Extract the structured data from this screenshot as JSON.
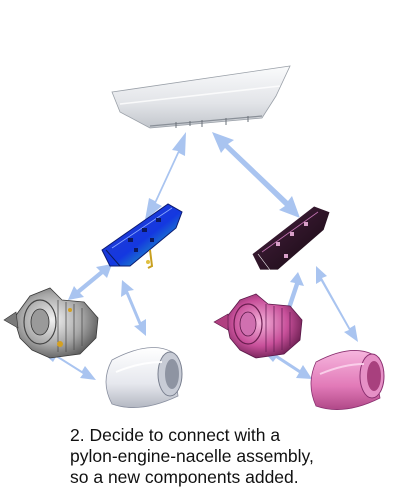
{
  "caption": {
    "line1": "2. Decide to connect with a",
    "line2": "pylon-engine-nacelle assembly,",
    "line3": "so a new components added."
  },
  "colors": {
    "arrow": "#a9c4f0",
    "wing": "#e4e6ea",
    "pylon_blue": "#1a3fd0",
    "pylon_dark": "#2a1428",
    "engine_gray": "#b8b8b8",
    "engine_magenta": "#c8509a",
    "nacelle_white": "#eef0f4",
    "nacelle_pink": "#e27ab8"
  },
  "icons": [
    "wing-icon",
    "pylon-icon",
    "engine-icon",
    "nacelle-icon",
    "bidirectional-arrow-icon"
  ]
}
